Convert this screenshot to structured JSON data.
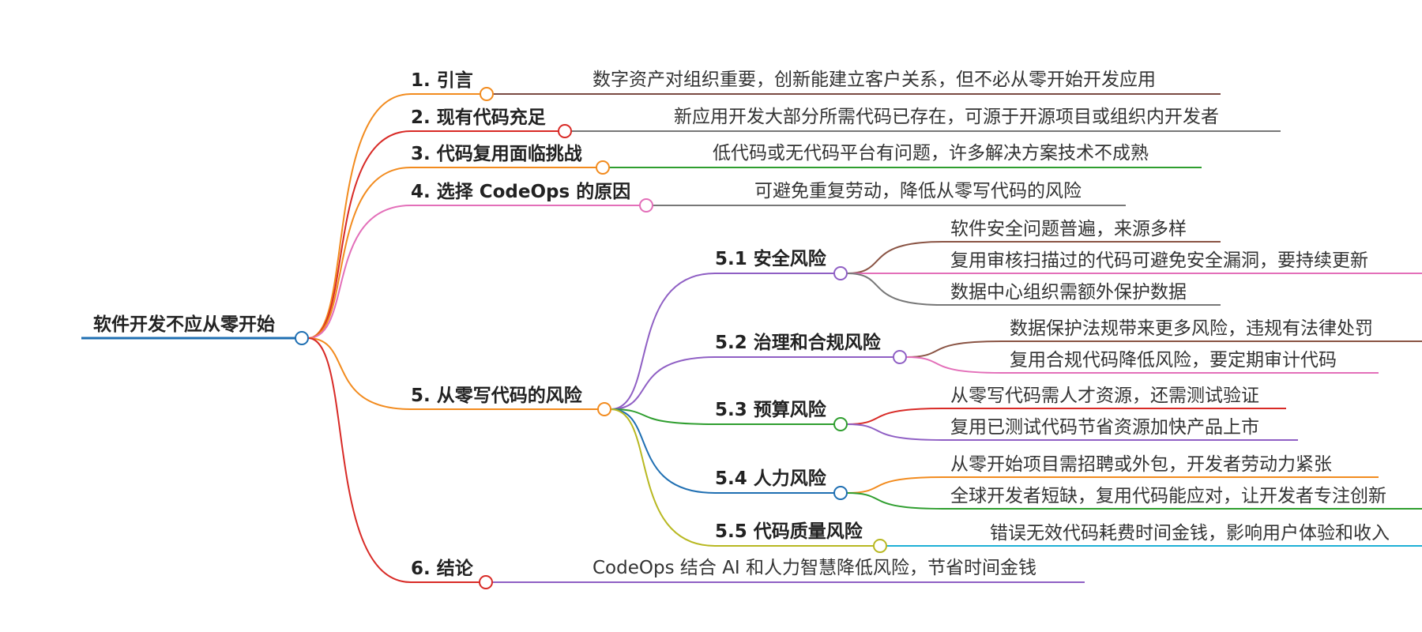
{
  "root": {
    "label": "软件开发不应从零开始",
    "color": "#1f6fb2"
  },
  "topics": [
    {
      "label": "1. 引言",
      "color": "#f28b1e",
      "details": [
        {
          "text": "数字资产对组织重要，创新能建立客户关系，但不必从零开始开发应用",
          "color": "#7a4a42"
        }
      ]
    },
    {
      "label": "2. 现有代码充足",
      "color": "#d82a26",
      "details": [
        {
          "text": "新应用开发大部分所需代码已存在，可源于开源项目或组织内开发者",
          "color": "#777777"
        }
      ]
    },
    {
      "label": "3. 代码复用面临挑战",
      "color": "#f28b1e",
      "details": [
        {
          "text": "低代码或无代码平台有问题，许多解决方案技术不成熟",
          "color": "#2f9e2f"
        }
      ]
    },
    {
      "label": "4. 选择 CodeOps 的原因",
      "color": "#e36fb9",
      "details": [
        {
          "text": "可避免重复劳动，降低从零写代码的风险",
          "color": "#777777"
        }
      ]
    },
    {
      "label": "5. 从零写代码的风险",
      "color": "#f28b1e",
      "subtopics": [
        {
          "label": "5.1 安全风险",
          "color": "#8f5fc4",
          "details": [
            {
              "text": "软件安全问题普遍，来源多样",
              "color": "#8a5444"
            },
            {
              "text": "复用审核扫描过的代码可避免安全漏洞，要持续更新",
              "color": "#e36fb9"
            },
            {
              "text": "数据中心组织需额外保护数据",
              "color": "#777777"
            }
          ]
        },
        {
          "label": "5.2 治理和合规风险",
          "color": "#8f5fc4",
          "details": [
            {
              "text": "数据保护法规带来更多风险，违规有法律处罚",
              "color": "#8a5444"
            },
            {
              "text": "复用合规代码降低风险，要定期审计代码",
              "color": "#e36fb9"
            }
          ]
        },
        {
          "label": "5.3 预算风险",
          "color": "#2f9e2f",
          "details": [
            {
              "text": "从零写代码需人才资源，还需测试验证",
              "color": "#d82a26"
            },
            {
              "text": "复用已测试代码节省资源加快产品上市",
              "color": "#8f5fc4"
            }
          ]
        },
        {
          "label": "5.4 人力风险",
          "color": "#1f6fb2",
          "details": [
            {
              "text": "从零开始项目需招聘或外包，开发者劳动力紧张",
              "color": "#f28b1e"
            },
            {
              "text": "全球开发者短缺，复用代码能应对，让开发者专注创新",
              "color": "#2f9e2f"
            }
          ]
        },
        {
          "label": "5.5 代码质量风险",
          "color": "#b8b821",
          "details": [
            {
              "text": "错误无效代码耗费时间金钱，影响用户体验和收入",
              "color": "#1eb0d6"
            }
          ]
        }
      ]
    },
    {
      "label": "6. 结论",
      "color": "#d82a26",
      "details": [
        {
          "text": "CodeOps 结合 AI 和人力智慧降低风险，节省时间金钱",
          "color": "#8f5fc4"
        }
      ]
    }
  ]
}
